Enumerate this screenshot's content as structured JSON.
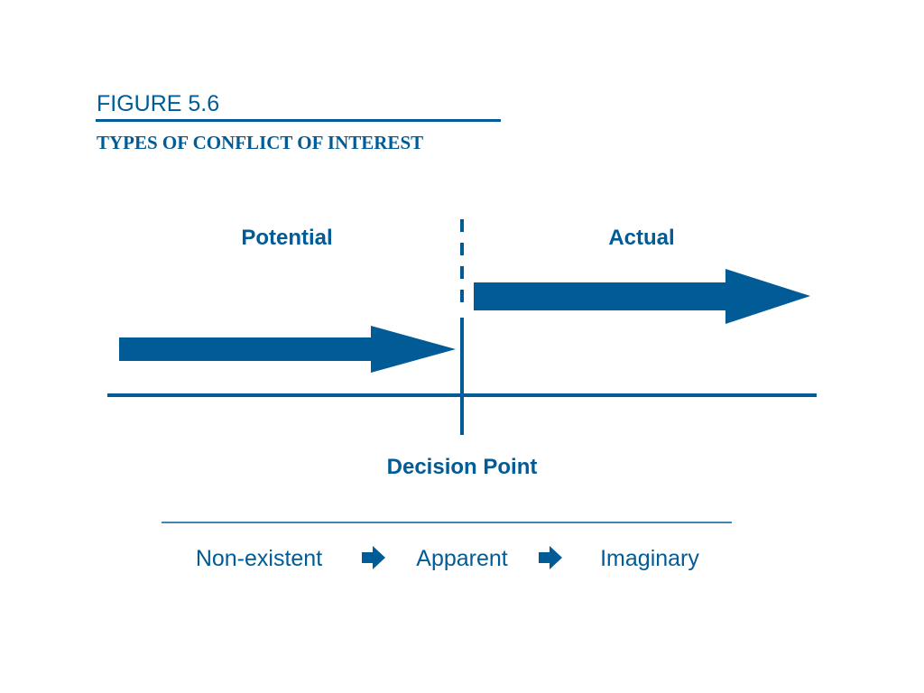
{
  "figure": {
    "label": "FIGURE 5.6",
    "title": "TYPES OF CONFLICT OF INTEREST"
  },
  "diagram": {
    "left_label": "Potential",
    "right_label": "Actual",
    "center_label": "Decision Point"
  },
  "sequence": {
    "items": [
      "Non-existent",
      "Apparent",
      "Imaginary"
    ],
    "connector_icon": "right-arrow-icon"
  },
  "colors": {
    "primary": "#005b96"
  }
}
